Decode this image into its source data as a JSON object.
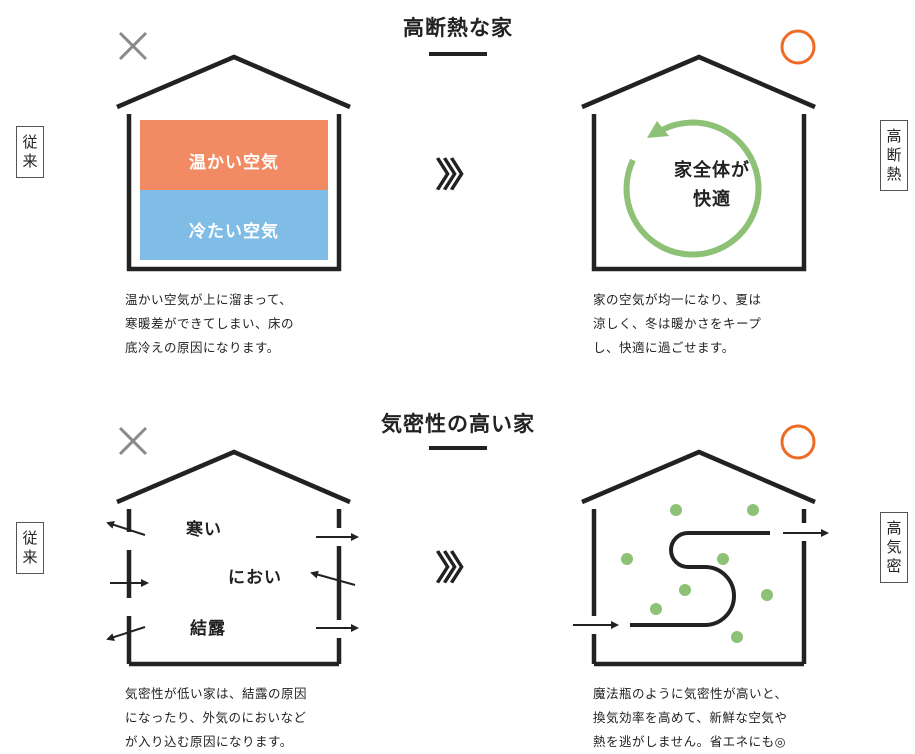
{
  "section1": {
    "title": "高断熱な家",
    "left": {
      "side_label": [
        "従",
        "来"
      ],
      "warm_label": "温かい空気",
      "cold_label": "冷たい空気",
      "caption": "温かい空気が上に溜まって、\n寒暖差ができてしまい、床の\n底冷えの原因になります。"
    },
    "arrow": "〉〉〉",
    "right": {
      "side_label": [
        "高",
        "断",
        "熱"
      ],
      "center_line1": "家全体が",
      "center_line2": "快適",
      "caption": "家の空気が均一になり、夏は\n涼しく、冬は暖かさをキープ\nし、快適に過ごせます。"
    }
  },
  "section2": {
    "title": "気密性の高い家",
    "left": {
      "side_label": [
        "従",
        "来"
      ],
      "word1": "寒い",
      "word2": "におい",
      "word3": "結露",
      "caption": "気密性が低い家は、結露の原因\nになったり、外気のにおいなど\nが入り込む原因になります。"
    },
    "arrow": "〉〉〉",
    "right": {
      "side_label": [
        "高",
        "気",
        "密"
      ],
      "caption": "魔法瓶のように気密性が高いと、\n換気効率を高めて、新鮮な空気や\n熱を逃がしません。省エネにも◎"
    }
  },
  "colors": {
    "warm": "#f28a63",
    "cold": "#7fbde6",
    "green": "#8cc176",
    "good_mark": "#ee6a25",
    "bad_mark": "#8a8a8a",
    "line": "#222222"
  },
  "icons": {
    "bad": "cross-mark-icon",
    "good": "circle-mark-icon"
  }
}
